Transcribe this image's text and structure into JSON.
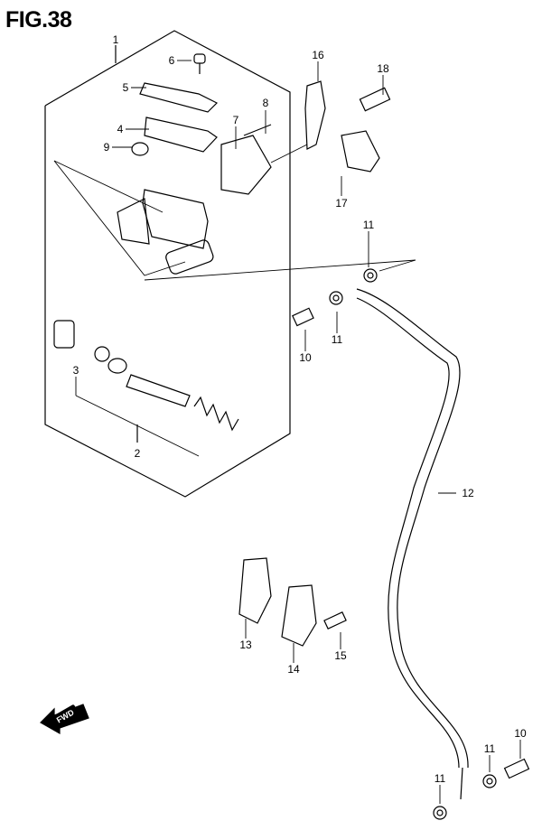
{
  "figure": {
    "title": "FIG.38"
  },
  "parts": [
    {
      "ref": "1"
    },
    {
      "ref": "6"
    },
    {
      "ref": "5"
    },
    {
      "ref": "4"
    },
    {
      "ref": "9"
    },
    {
      "ref": "7"
    },
    {
      "ref": "8"
    },
    {
      "ref": "16"
    },
    {
      "ref": "18"
    },
    {
      "ref": "17"
    },
    {
      "ref": "11"
    },
    {
      "ref": "11"
    },
    {
      "ref": "10"
    },
    {
      "ref": "3"
    },
    {
      "ref": "2"
    },
    {
      "ref": "12"
    },
    {
      "ref": "13"
    },
    {
      "ref": "14"
    },
    {
      "ref": "15"
    },
    {
      "ref": "10"
    },
    {
      "ref": "11"
    },
    {
      "ref": "11"
    }
  ],
  "direction_marker": {
    "label": "FWD"
  }
}
